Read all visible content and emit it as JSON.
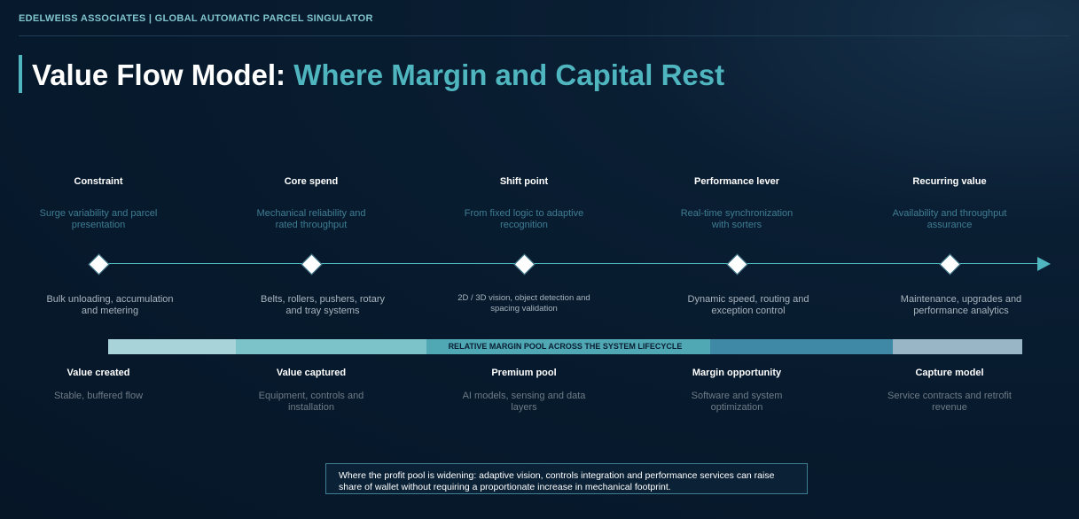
{
  "header": {
    "brand": "EDELWEISS ASSOCIATES | GLOBAL AUTOMATIC PARCEL SINGULATOR",
    "title_main": "Value Flow Model: ",
    "title_accent": "Where Margin and Capital Rest"
  },
  "stages": [
    {
      "label": "Constraint",
      "subtitle": "Surge variability and parcel presentation",
      "detail": "Bulk unloading, accumulation and metering",
      "bottom_label": "Value created",
      "bottom_sub": "Stable, buffered flow"
    },
    {
      "label": "Core spend",
      "subtitle": "Mechanical reliability and rated throughput",
      "detail": "Belts, rollers, pushers, rotary and tray systems",
      "bottom_label": "Value captured",
      "bottom_sub": "Equipment, controls and installation"
    },
    {
      "label": "Shift point",
      "subtitle": "From fixed logic to adaptive recognition",
      "detail": "2D / 3D vision, object detection and spacing validation",
      "bottom_label": "Premium pool",
      "bottom_sub": "AI models, sensing and data layers"
    },
    {
      "label": "Performance lever",
      "subtitle": "Real-time synchronization with sorters",
      "detail": "Dynamic speed, routing and exception control",
      "bottom_label": "Margin opportunity",
      "bottom_sub": "Software and system optimization"
    },
    {
      "label": "Recurring value",
      "subtitle": "Availability and throughput assurance",
      "detail": "Maintenance, upgrades and performance analytics",
      "bottom_label": "Capture model",
      "bottom_sub": "Service contracts and retrofit revenue"
    }
  ],
  "margin_bar": {
    "label": "RELATIVE MARGIN POOL ACROSS THE SYSTEM LIFECYCLE",
    "segment_colors": [
      "#a8d4d9",
      "#7cc3c9",
      "#4fa8b3",
      "#3f88a6",
      "#98b6c6"
    ]
  },
  "callout": {
    "text": "Where the profit pool is widening: adaptive vision, controls integration and performance services can raise share of wallet without requiring a proportionate increase in mechanical footprint."
  },
  "colors": {
    "accent": "#4fb5bf",
    "background": "#071a2d"
  }
}
